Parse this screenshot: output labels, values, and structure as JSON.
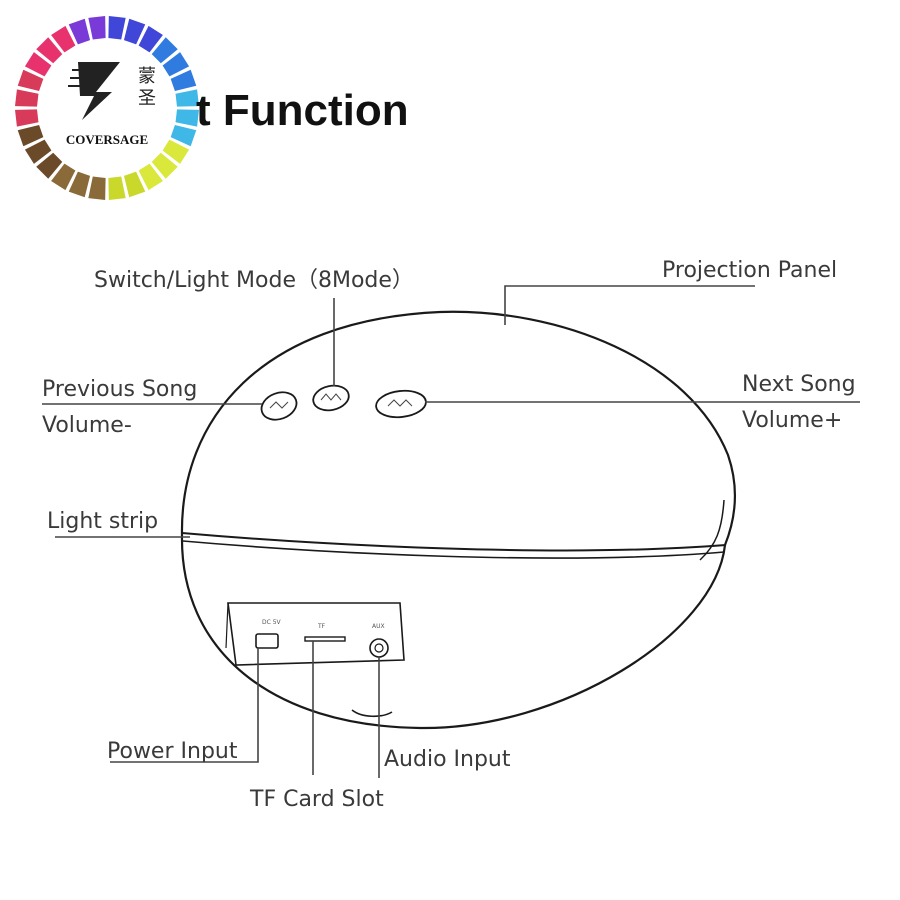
{
  "header": {
    "title": "t Function",
    "logo": {
      "brand": "COVERSAGE",
      "chinese_chars": [
        "蒙",
        "圣"
      ],
      "ring_colors": [
        "#3f46d8",
        "#2f7be0",
        "#3fb8e8",
        "#d9e83a",
        "#c9d82a",
        "#8b6a3a",
        "#6b4a2a",
        "#d83a5a",
        "#e8326e",
        "#7a3ad8"
      ]
    }
  },
  "labels": {
    "switch_mode": "Switch/Light Mode（8Mode）",
    "projection_panel": "Projection Panel",
    "previous_song": "Previous Song",
    "volume_minus": "Volume-",
    "next_song": "Next Song",
    "volume_plus": "Volume+",
    "light_strip": "Light strip",
    "power_input": "Power Input",
    "tf_card_slot": "TF Card Slot",
    "audio_input": "Audio Input"
  },
  "port_panel": {
    "dc_label": "DC 5V",
    "tf_label": "TF",
    "aux_label": "AUX"
  }
}
